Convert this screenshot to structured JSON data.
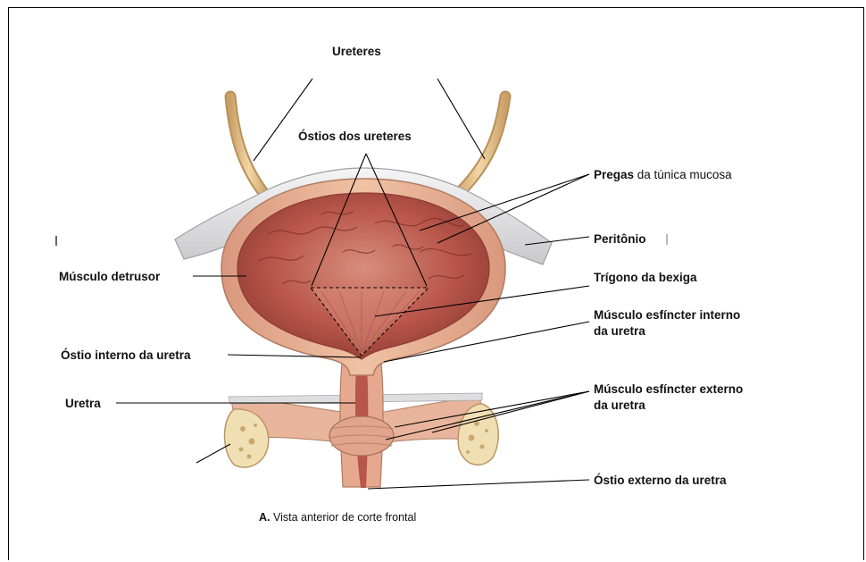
{
  "labels": {
    "ureteres": "Ureteres",
    "ostios_ureteres": "Óstios dos ureteres",
    "pregas_bold": "Pregas",
    "pregas_rest": " da túnica mucosa",
    "peritonio": "Peritônio",
    "musculo_detrusor": "Músculo detrusor",
    "trigono": "Trígono da bexiga",
    "esf_interno_1": "Músculo esfíncter interno",
    "esf_interno_2": "da uretra",
    "ostio_interno": "Óstio interno da uretra",
    "uretra": "Uretra",
    "esf_externo_1": "Músculo esfíncter externo",
    "esf_externo_2": "da uretra",
    "ostio_externo": "Óstio externo da uretra"
  },
  "caption": {
    "letter": "A.",
    "text": " Vista anterior de corte frontal"
  },
  "colors": {
    "muscle": "#e8b293",
    "muscle_dark": "#c98a72",
    "mucosa": "#b8564a",
    "mucosa_light": "#d98778",
    "peritoneum": "#e9e9ea",
    "ureter": "#e6c28f",
    "bone": "#f1dfb4",
    "bone_dark": "#c9a96e"
  }
}
